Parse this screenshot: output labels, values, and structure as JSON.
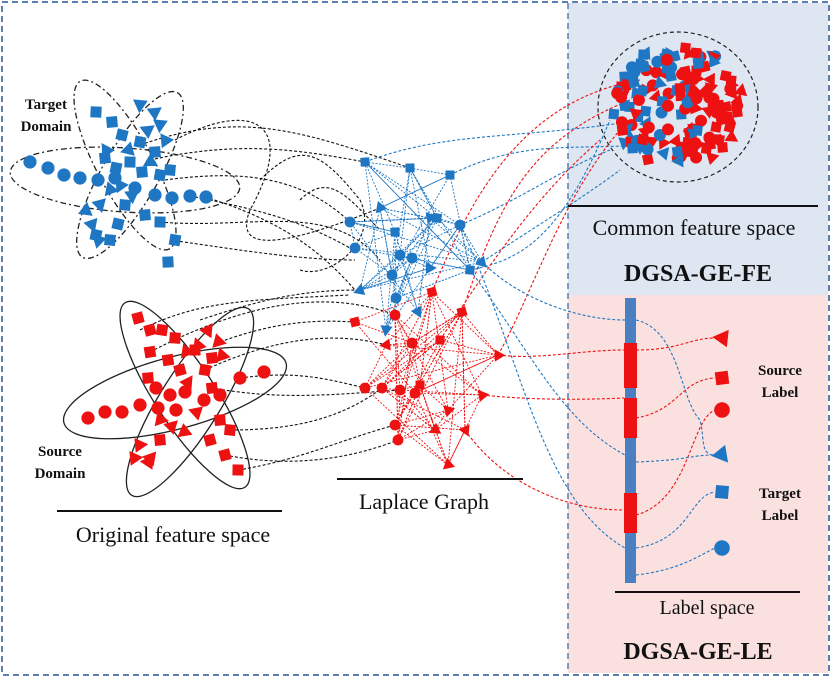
{
  "labels": {
    "target_domain_line1": "Target",
    "target_domain_line2": "Domain",
    "source_domain_line1": "Source",
    "source_domain_line2": "Domain",
    "original_feature_space": "Original feature space",
    "laplace_graph": "Laplace Graph",
    "common_feature_space": "Common feature space",
    "fe_module": "DGSA-GE-FE",
    "source_label_line1": "Source",
    "source_label_line2": "Label",
    "target_label_line1": "Target",
    "target_label_line2": "Label",
    "label_space": "Label space",
    "le_module": "DGSA-GE-LE"
  },
  "colors": {
    "target": "#1f77c4",
    "source": "#ee1111",
    "fe_panel": "#dde6f1",
    "le_panel": "#fbe0e0",
    "border": "#5b7fb0",
    "label_bar_blue": "#4a7fc1",
    "label_bar_red": "#ee1111"
  },
  "icons": [
    "circle-marker",
    "square-marker",
    "triangle-marker"
  ]
}
